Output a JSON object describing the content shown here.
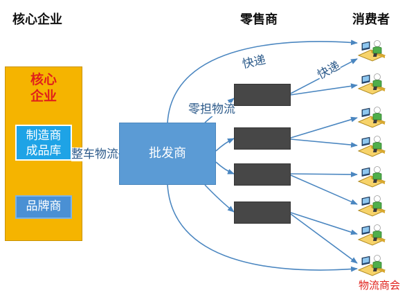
{
  "headers": {
    "core": "核心企业",
    "retailer": "零售商",
    "consumer": "消费者"
  },
  "core_box": {
    "title_line1": "核心",
    "title_line2": "企业",
    "mfg_line1": "制造商",
    "mfg_line2": "成品库",
    "brand": "品牌商"
  },
  "wholesaler": "批发商",
  "edge_labels": {
    "full_truckload": "整车物流",
    "less_than_truckload": "零担物流",
    "express_1": "快递",
    "express_2": "快递"
  },
  "footer": "物流商会",
  "colors": {
    "core_bg": "#f5b400",
    "core_title": "#e0201b",
    "mfg_bg": "#1ea3e6",
    "brand_bg": "#4a90d4",
    "wholesaler_bg": "#5b9bd5",
    "retailer_bg": "#474747",
    "line": "#4a86c0",
    "purple_arrow": "#7b3f9e"
  },
  "consumer_icon": "person-at-computer-icon",
  "retailer_count": 4,
  "consumer_count": 8
}
